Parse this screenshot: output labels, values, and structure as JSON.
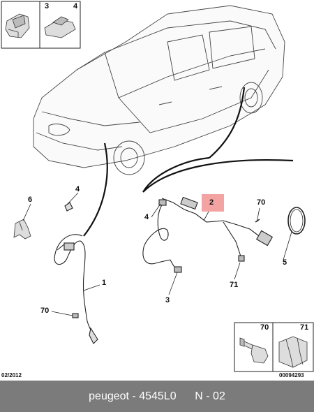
{
  "callouts": {
    "c3_top": "3",
    "c4_top": "4",
    "c4_left": "4",
    "c6": "6",
    "c1": "1",
    "c70_left": "70",
    "c4_mid": "4",
    "c2": "2",
    "c70_right": "70",
    "c5": "5",
    "c71": "71",
    "c3_mid": "3",
    "c70_box": "70",
    "c71_box": "71"
  },
  "date_code": "02/2012",
  "doc_code": "00094293",
  "footer": {
    "brand": "peugeot",
    "part_number": "4545L0",
    "page": "N - 02",
    "separator": " - ",
    "gap": "      "
  },
  "colors": {
    "highlight": "#f4a3a3",
    "footer_bg": "#7b7b7b",
    "line": "#222222"
  }
}
